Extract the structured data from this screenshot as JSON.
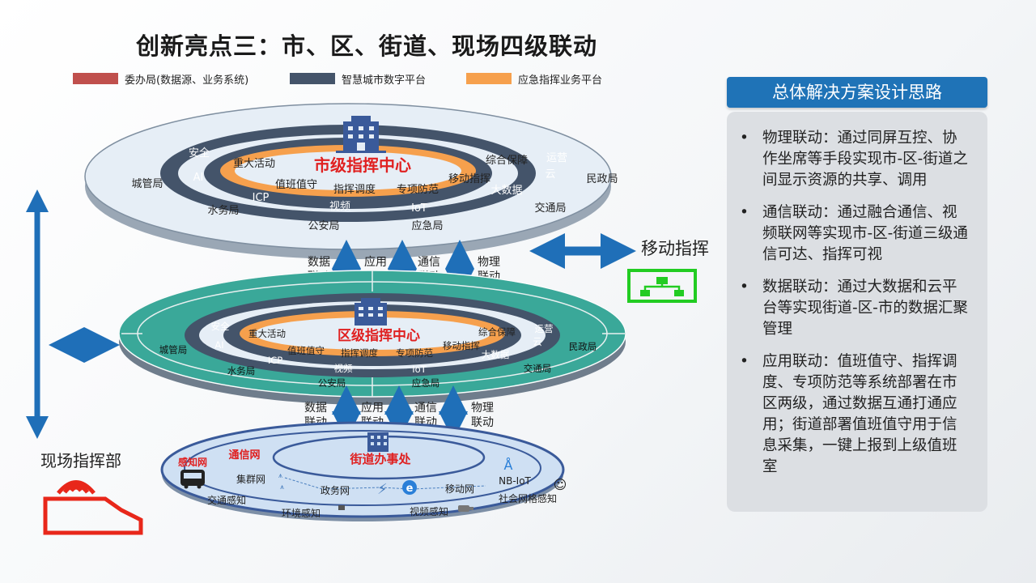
{
  "title": "创新亮点三：市、区、街道、现场四级联动",
  "legend": [
    {
      "label": "委办局(数据源、业务系统)",
      "color": "#c0504d"
    },
    {
      "label": "智慧城市数字平台",
      "color": "#44546a"
    },
    {
      "label": "应急指挥业务平台",
      "color": "#f6a04d"
    }
  ],
  "city_layer": {
    "center": "市级指挥中心",
    "inner_ring": [
      "重大活动",
      "值班值守",
      "指挥调度",
      "专项防范",
      "移动指挥",
      "综合保障"
    ],
    "middle_ring": [
      "安全",
      "AI",
      "ICP",
      "视频",
      "IoT",
      "大数据",
      "云",
      "运营"
    ],
    "outer_ring": [
      "城管局",
      "水务局",
      "公安局",
      "应急局",
      "交通局",
      "民政局"
    ]
  },
  "district_layer": {
    "center": "区级指挥中心",
    "inner_ring": [
      "重大活动",
      "值班值守",
      "指挥调度",
      "专项防范",
      "移动指挥",
      "综合保障"
    ],
    "middle_ring": [
      "安全",
      "AI",
      "ICP",
      "视频",
      "IoT",
      "大数据",
      "云",
      "运营"
    ],
    "outer_ring": [
      "城管局",
      "水务局",
      "公安局",
      "应急局",
      "交通局",
      "民政局"
    ]
  },
  "street_layer": {
    "center": "街道办事处",
    "comm_label": "通信网",
    "sense_label": "感知网",
    "nodes": [
      "集群网",
      "政务网",
      "移动网",
      "NB-IoT",
      "交通感知",
      "环境感知",
      "视频感知",
      "社会网格感知"
    ]
  },
  "links_upper": [
    {
      "line1": "数据",
      "line2": "联动"
    },
    {
      "line1": "应用",
      "line2": "联动"
    },
    {
      "line1": "通信",
      "line2": "联动"
    },
    {
      "line1": "物理",
      "line2": "联动"
    }
  ],
  "links_lower": [
    {
      "line1": "数据",
      "line2": "联动"
    },
    {
      "line1": "应用",
      "line2": "联动"
    },
    {
      "line1": "通信",
      "line2": "联动"
    },
    {
      "line1": "物理",
      "line2": "联动"
    }
  ],
  "mobile_command": "移动指挥",
  "field_command": "现场指挥部",
  "panel": {
    "heading": "总体解决方案设计思路",
    "bullets": [
      "物理联动：通过同屏互控、协作坐席等手段实现市-区-街道之间显示资源的共享、调用",
      "通信联动：通过融合通信、视频联网等实现市-区-街道三级通信可达、指挥可视",
      "数据联动：通过大数据和云平台等实现街道-区-市的数据汇聚管理",
      "应用联动：值班值守、指挥调度、专项防范等系统部署在市区两级，通过数据互通打通应用；街道部署值班值守用于信息采集，一键上报到上级值班室"
    ]
  },
  "colors": {
    "accent_blue": "#1f73b7",
    "city_red": "#e02020",
    "teal": "#3aa899",
    "orange": "#f6a04d",
    "slate": "#44546a",
    "green": "#22cc22"
  }
}
